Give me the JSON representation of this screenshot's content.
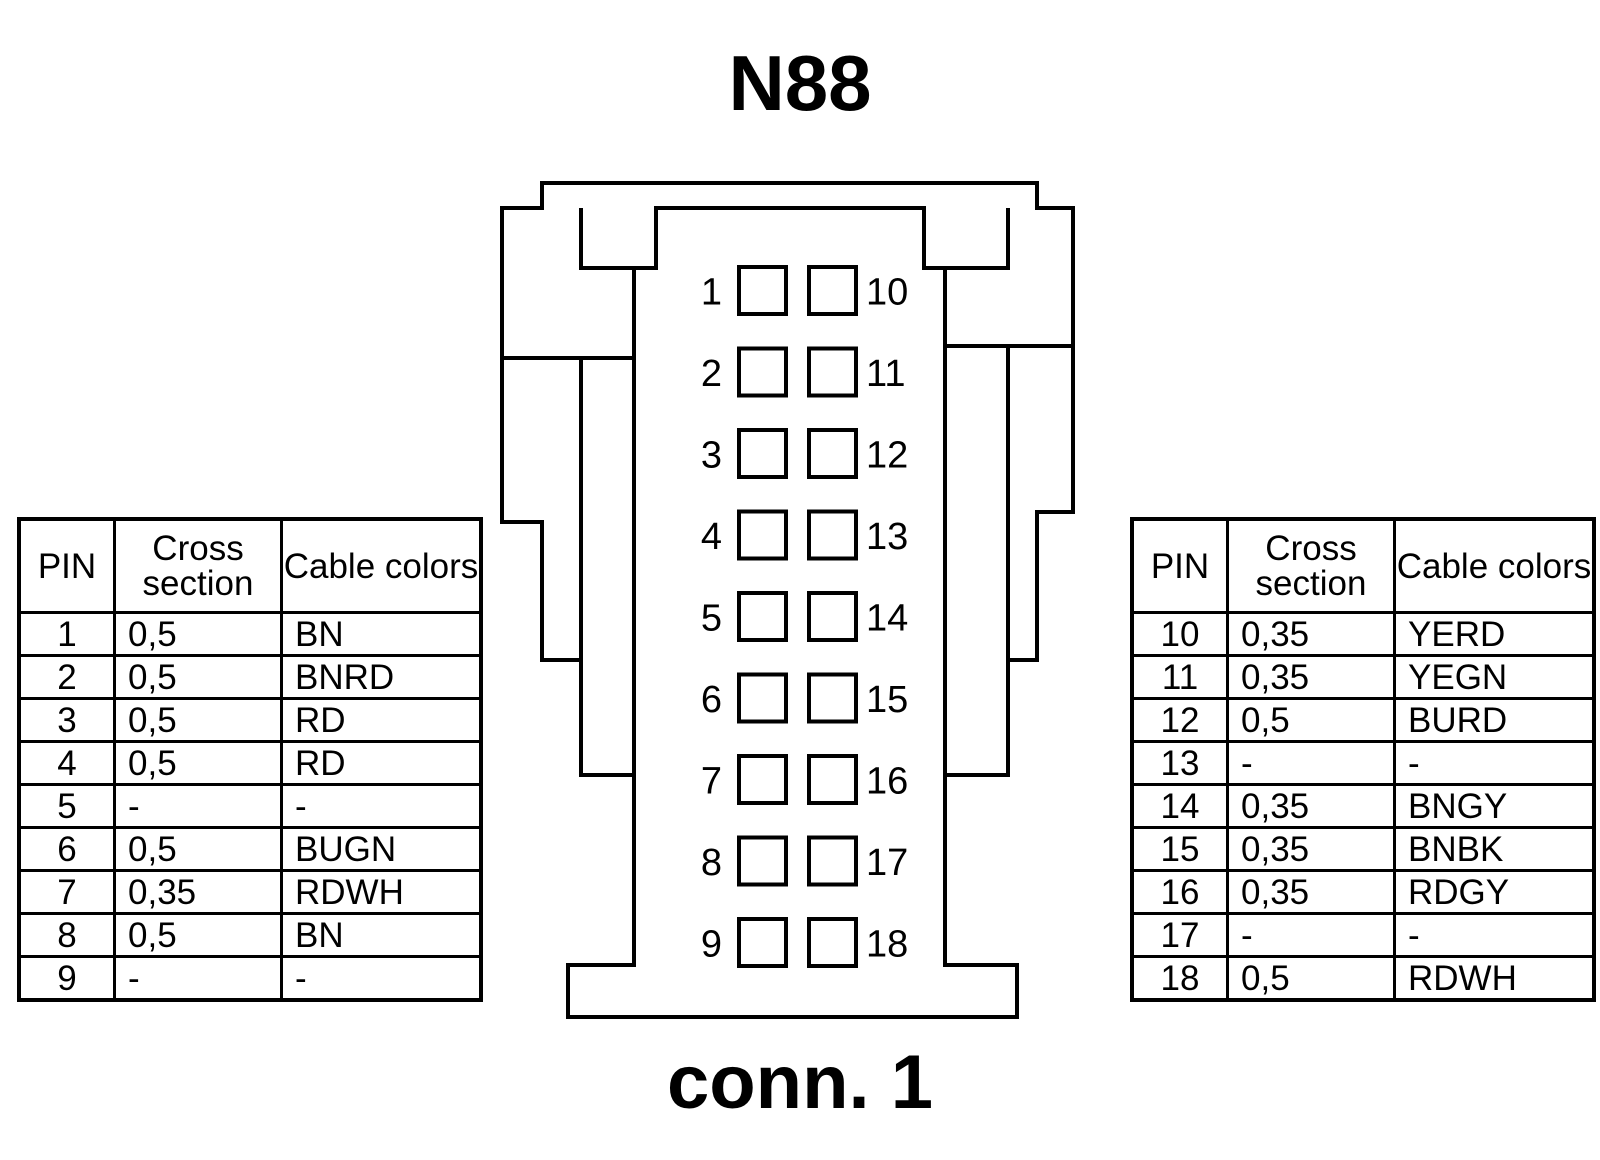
{
  "title": "N88",
  "subtitle": "conn. 1",
  "table_headers": [
    "PIN",
    "Cross section",
    "Cable colors"
  ],
  "left_table": [
    {
      "pin": "1",
      "cross": "0,5",
      "color": "BN"
    },
    {
      "pin": "2",
      "cross": "0,5",
      "color": "BNRD"
    },
    {
      "pin": "3",
      "cross": "0,5",
      "color": "RD"
    },
    {
      "pin": "4",
      "cross": "0,5",
      "color": "RD"
    },
    {
      "pin": "5",
      "cross": "-",
      "color": "-"
    },
    {
      "pin": "6",
      "cross": "0,5",
      "color": "BUGN"
    },
    {
      "pin": "7",
      "cross": "0,35",
      "color": "RDWH"
    },
    {
      "pin": "8",
      "cross": "0,5",
      "color": "BN"
    },
    {
      "pin": "9",
      "cross": "-",
      "color": "-"
    }
  ],
  "right_table": [
    {
      "pin": "10",
      "cross": "0,35",
      "color": "YERD"
    },
    {
      "pin": "11",
      "cross": "0,35",
      "color": "YEGN"
    },
    {
      "pin": "12",
      "cross": "0,5",
      "color": "BURD"
    },
    {
      "pin": "13",
      "cross": "-",
      "color": "-"
    },
    {
      "pin": "14",
      "cross": "0,35",
      "color": "BNGY"
    },
    {
      "pin": "15",
      "cross": "0,35",
      "color": "BNBK"
    },
    {
      "pin": "16",
      "cross": "0,35",
      "color": "RDGY"
    },
    {
      "pin": "17",
      "cross": "-",
      "color": "-"
    },
    {
      "pin": "18",
      "cross": "0,5",
      "color": "RDWH"
    }
  ],
  "connector": {
    "left_pins": [
      "1",
      "2",
      "3",
      "4",
      "5",
      "6",
      "7",
      "8",
      "9"
    ],
    "right_pins": [
      "10",
      "11",
      "12",
      "13",
      "14",
      "15",
      "16",
      "17",
      "18"
    ]
  }
}
